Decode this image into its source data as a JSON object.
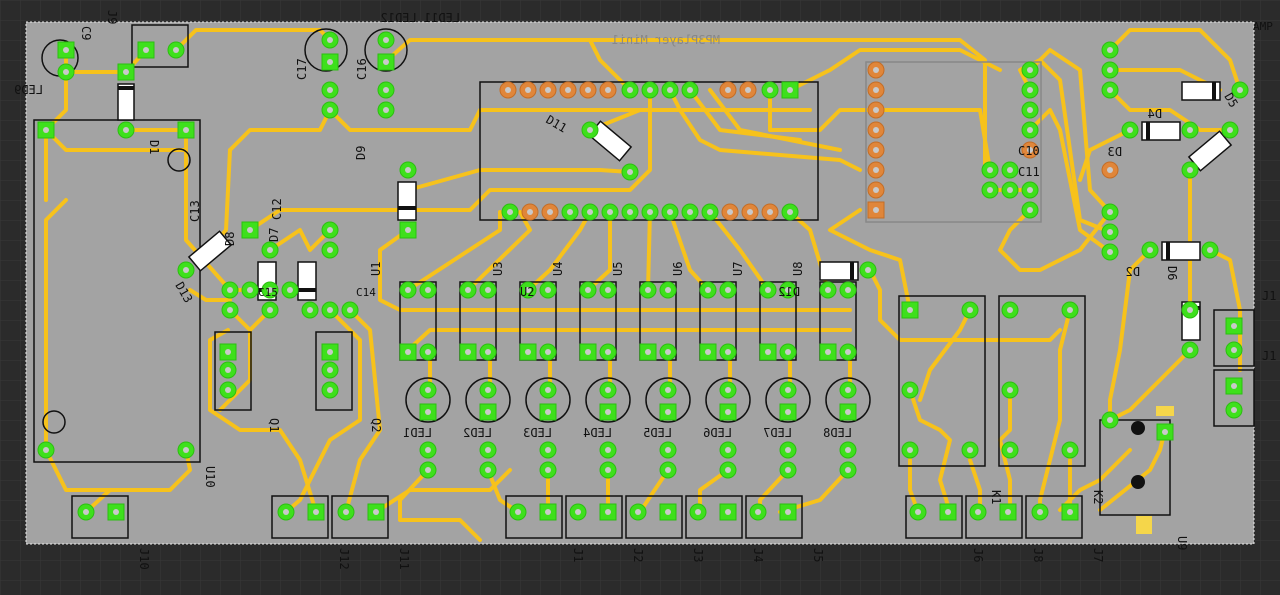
{
  "board": {
    "title": "MP3Player Mini1",
    "amp_label": "AMP",
    "colors": {
      "background": "#2b2b2b",
      "grid": "#383838",
      "board": "#a3a3a3",
      "trace": "#f7c21b",
      "pad": "#3ee01c",
      "pad_orange": "#e0863a",
      "drill": "#c9c9c9",
      "silk": "#111111",
      "yellow_pad": "#f5d64a"
    }
  },
  "labels": {
    "led9": "LED9",
    "j9": "J9",
    "c9": "C9",
    "d1": "D1",
    "c13": "C13",
    "d13": "D13",
    "c17": "C17",
    "c16": "C16",
    "led11_led12": "LED11 LED12",
    "d9": "D9",
    "c12": "C12",
    "d8": "D8",
    "d7": "D7",
    "c15": "C15",
    "c14": "C14",
    "q1": "Q1",
    "q2": "Q2",
    "d11": "D11",
    "u1": "U1",
    "u2": "U2",
    "u3": "U3",
    "u4": "U4",
    "u5": "U5",
    "u6": "U6",
    "u7": "U7",
    "u8": "U8",
    "d12": "D12",
    "c10": "C10",
    "c11": "C11",
    "d3": "D3",
    "d4": "D4",
    "d5": "D5",
    "d6": "D6",
    "d2": "D2",
    "j1": "J1",
    "j1b": "J1",
    "k1": "K1",
    "k2": "K2",
    "u9": "U9",
    "u10": "U10",
    "j10": "J10",
    "j12": "J12",
    "j11": "J11",
    "j1c": "J1",
    "j2": "J2",
    "j3": "J3",
    "j4": "J4",
    "j5": "J5",
    "j6": "J6",
    "j8": "J8",
    "j7": "J7",
    "leds": [
      "LED1",
      "LED2",
      "LED3",
      "LED4",
      "LED5",
      "LED6",
      "LED7",
      "LED8"
    ]
  }
}
